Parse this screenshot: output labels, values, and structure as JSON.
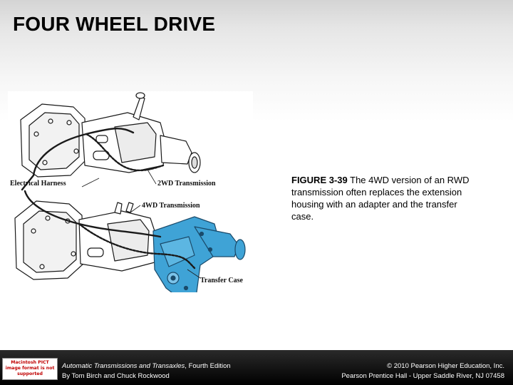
{
  "slide": {
    "title": "FOUR WHEEL DRIVE"
  },
  "figure": {
    "labels": {
      "electrical_harness": "Electrical Harness",
      "two_wd": "2WD Transmission",
      "four_wd": "4WD Transmission",
      "transfer_case": "Transfer Case"
    },
    "colors": {
      "transfer_case": "#3fa3d6",
      "line_art": "#1a1a1a"
    }
  },
  "caption": {
    "figure_number": "FIGURE 3-39",
    "text": " The 4WD version of an RWD transmission often replaces the extension housing with an adapter and the transfer case."
  },
  "footer": {
    "book_title": "Automatic Transmissions and Transaxles",
    "edition": ", Fourth Edition",
    "authors": "By Tom Birch and Chuck Rockwood",
    "copyright": "© 2010 Pearson Higher Education, Inc.",
    "publisher": "Pearson Prentice Hall - Upper Saddle River, NJ 07458",
    "badge_text": "Macintosh PICT image format is not supported"
  }
}
